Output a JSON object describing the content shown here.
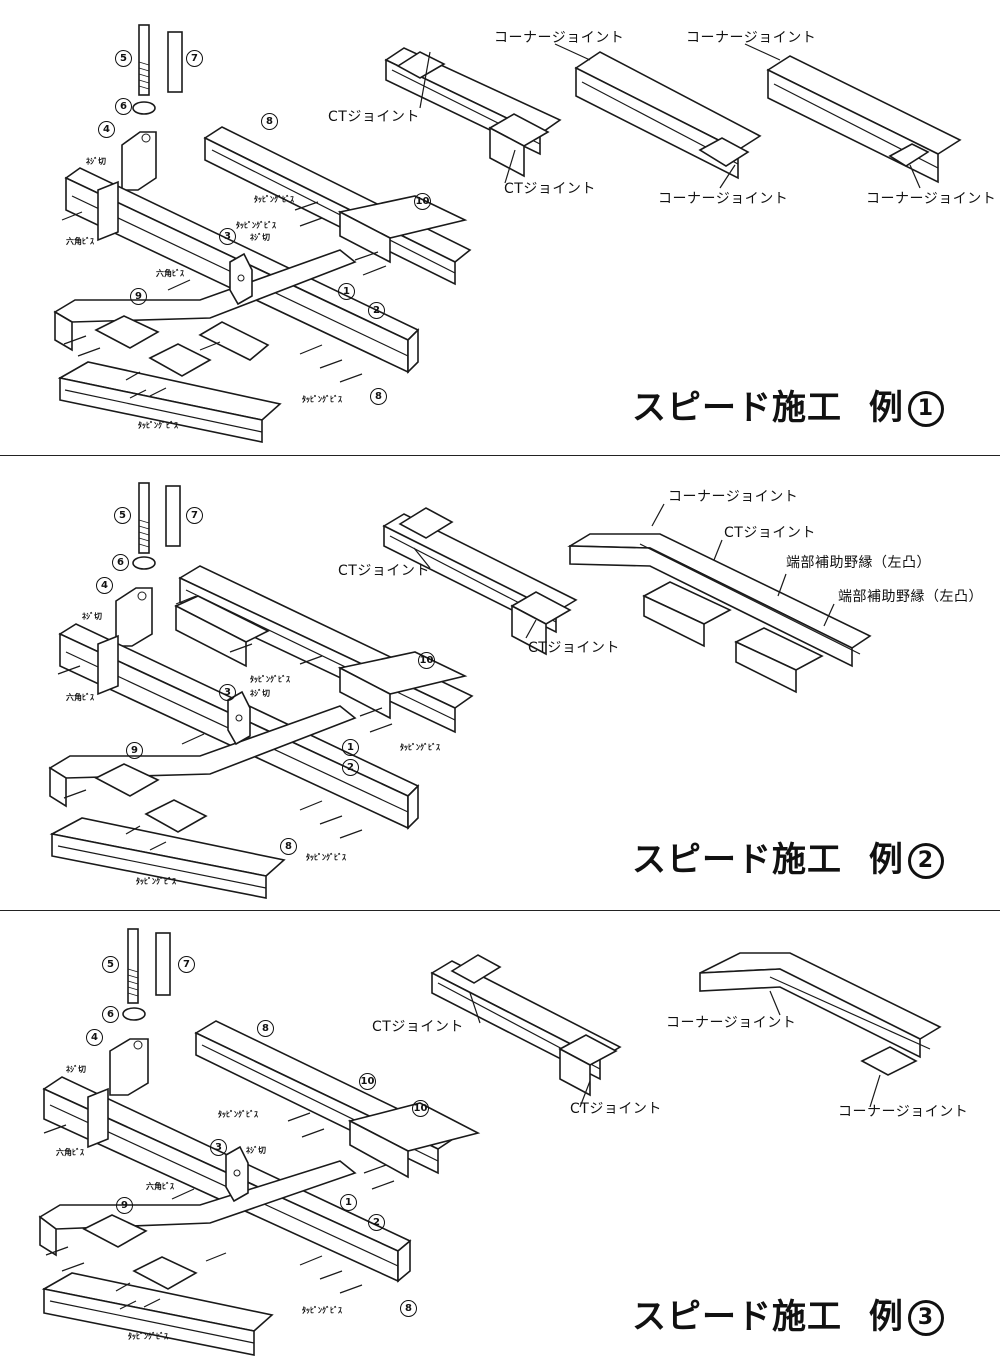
{
  "panels": [
    {
      "title": "スピード施工",
      "example": "例",
      "example_number": "1",
      "callouts": {
        "ct_a": "CTジョイント",
        "ct_b": "CTジョイント",
        "corner_a": "コーナージョイント",
        "corner_b": "コーナージョイント",
        "corner_c": "コーナージョイント",
        "corner_d": "コーナージョイント"
      },
      "labels": {
        "neji1": "ﾈｼﾞ切",
        "neji2": "ﾈｼﾞ切",
        "hex": "六角ﾋﾞｽ",
        "hex2": "六角ﾋﾞｽ",
        "tap1": "ﾀｯﾋﾟﾝｸﾞﾋﾞｽ",
        "tap2": "ﾀｯﾋﾟﾝｸﾞﾋﾞｽ",
        "tap3": "ﾀｯﾋﾟﾝｸﾞﾋﾞｽ",
        "tap4": "ﾀｯﾋﾟﾝｸﾞﾋﾞｽ"
      },
      "parts": {
        "p1": "1",
        "p2": "2",
        "p3": "3",
        "p4": "4",
        "p5": "5",
        "p6": "6",
        "p7": "7",
        "p8a": "8",
        "p8b": "8",
        "p9": "9",
        "p10": "10"
      }
    },
    {
      "title": "スピード施工",
      "example": "例",
      "example_number": "2",
      "callouts": {
        "ct_a": "CTジョイント",
        "ct_b": "CTジョイント",
        "corner_a": "コーナージョイント",
        "ct_c": "CTジョイント",
        "end_a": "端部補助野縁（左凸）",
        "end_b": "端部補助野縁（左凸）"
      },
      "labels": {
        "neji1": "ﾈｼﾞ切",
        "neji2": "ﾈｼﾞ切",
        "hex": "六角ﾋﾞｽ",
        "tap1": "ﾀｯﾋﾟﾝｸﾞﾋﾞｽ",
        "tap2": "ﾀｯﾋﾟﾝｸﾞﾋﾞｽ",
        "tap3": "ﾀｯﾋﾟﾝｸﾞﾋﾞｽ",
        "tap4": "ﾀｯﾋﾟﾝｸﾞﾋﾞｽ"
      },
      "parts": {
        "p1": "1",
        "p2": "2",
        "p3": "3",
        "p4": "4",
        "p5": "5",
        "p6": "6",
        "p7": "7",
        "p8": "8",
        "p9": "9",
        "p10": "10"
      }
    },
    {
      "title": "スピード施工",
      "example": "例",
      "example_number": "3",
      "callouts": {
        "ct_a": "CTジョイント",
        "ct_b": "CTジョイント",
        "corner_a": "コーナージョイント",
        "corner_b": "コーナージョイント"
      },
      "labels": {
        "neji1": "ﾈｼﾞ切",
        "neji2": "ﾈｼﾞ切",
        "hex": "六角ﾋﾞｽ",
        "hex2": "六角ﾋﾞｽ",
        "tap1": "ﾀｯﾋﾟﾝｸﾞﾋﾞｽ",
        "tap2": "ﾀｯﾋﾟﾝｸﾞﾋﾞｽ",
        "tap3": "ﾀｯﾋﾟﾝｸﾞﾋﾞｽ"
      },
      "parts": {
        "p1": "1",
        "p2": "2",
        "p3": "3",
        "p4": "4",
        "p5": "5",
        "p6": "6",
        "p7": "7",
        "p8a": "8",
        "p8b": "8",
        "p9": "9",
        "p10a": "10",
        "p10b": "10"
      }
    }
  ]
}
